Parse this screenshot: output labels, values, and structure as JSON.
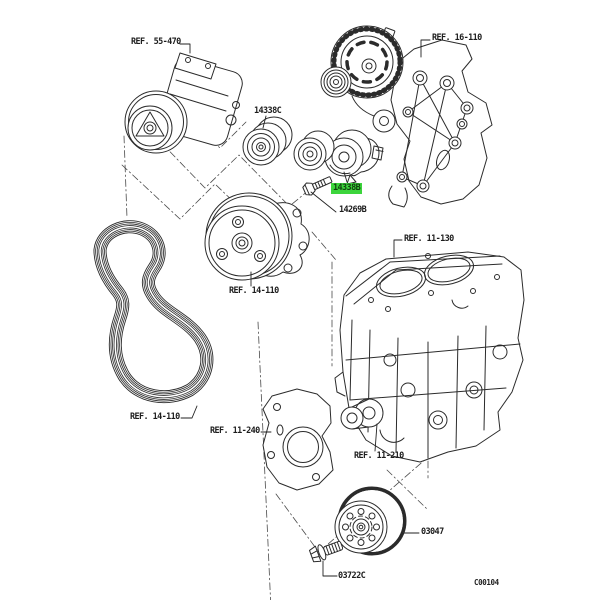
{
  "diagram": {
    "figure_code": "C00104",
    "highlight_color": "#3cd53c",
    "line_color": "#2b2b2b",
    "labels": {
      "compressor_ref": "REF. 55-470",
      "idler_pulley_part": "14338C",
      "alternator_bracket_ref": "REF. 16-110",
      "belt_tensioner_part": "14338B",
      "tensioner_bolt_part": "14269B",
      "cylinder_block_ref": "REF. 11-130",
      "water_pump_ref": "REF. 14-110",
      "drive_belt_ref": "REF. 14-110",
      "gusset_bracket_ref": "REF. 11-240",
      "crankshaft_ref": "REF. 11-210",
      "crankshaft_pulley_part": "03047",
      "pulley_bolt_part": "03722C"
    }
  }
}
